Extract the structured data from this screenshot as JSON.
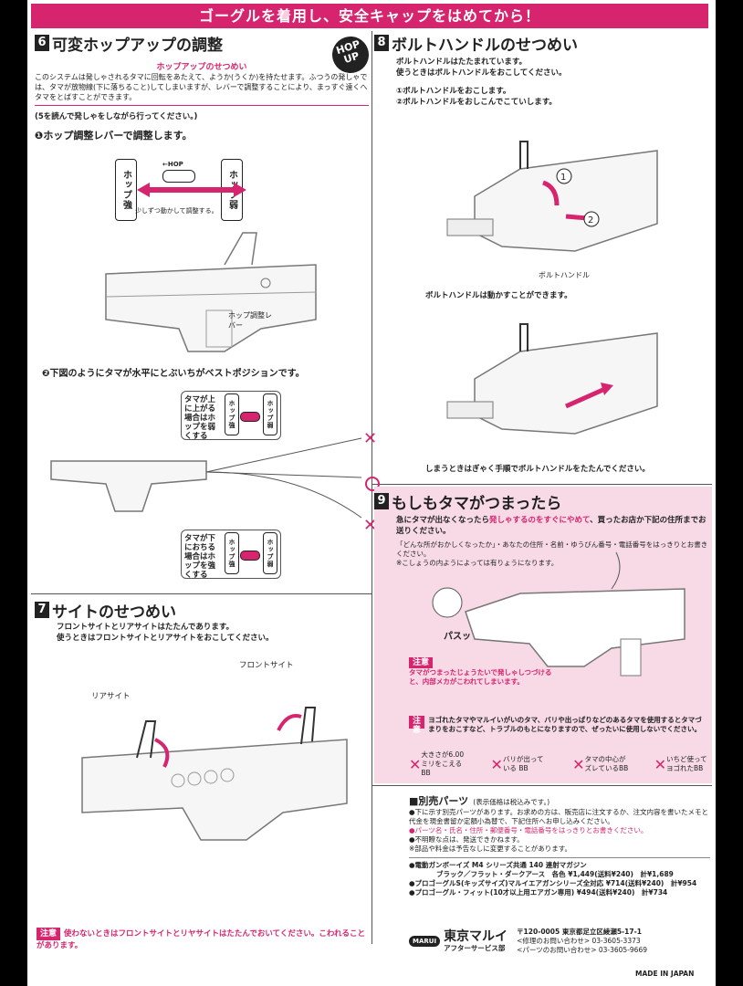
{
  "banner": "ゴーグルを着用し、安全キャップをはめてから！",
  "hop_badge": "HOP UP",
  "sec6": {
    "num": "6",
    "title": "可変ホップアップの調整",
    "subtitle": "ホップアップのせつめい",
    "explain": "このシステムは発しゃされるタマに回転をあたえて、ようか(うくか)を持たせます。ふつうの発しゃでは、タマが放物線(下に落ちること)してしまいますが、レバーで調整することにより、まっすぐ遠くへタマをとばすことができます。",
    "note": "(5を読んで発しゃをしながら行ってください。)",
    "step1": "❶ホップ調整レバーで調整します。",
    "hop_weak": "ホップ弱",
    "hop_strong": "ホップ強",
    "hop_small": "←HOP",
    "hop_instr": "少しずつ動かして調整する。",
    "lever_label": "ホップ調整レバー",
    "step2": "❷下図のようにタマが水平にとぶいちがベストポジションです。",
    "up_case": "タマが上に上がる場合はホップを弱くする",
    "down_case": "タマが下におちる場合はホップを強くする"
  },
  "sec7": {
    "num": "7",
    "title": "サイトのせつめい",
    "text1": "フロントサイトとリアサイトはたたんであります。",
    "text2": "使うときはフロントサイトとリアサイトをおこしてください。",
    "front_label": "フロントサイト",
    "rear_label": "リアサイト",
    "caution_tag": "注意",
    "caution": "使わないときはフロントサイトとリヤサイトはたたんでおいてください。こわれることがあります。"
  },
  "sec8": {
    "num": "8",
    "title": "ボルトハンドルのせつめい",
    "text1": "ボルトハンドルはたたまれています。",
    "text2": "使うときはボルトハンドルをおこしてください。",
    "step1": "①ボルトハンドルをおこします。",
    "step2": "②ボルトハンドルをおしこんでこていします。",
    "handle_label": "ボルトハンドル",
    "movable": "ボルトハンドルは動かすことができます。",
    "fold": "しまうときはぎゃく手順でボルトハンドルをたたんでください。"
  },
  "sec9": {
    "num": "9",
    "title": "もしもタマがつまったら",
    "text_a": "急にタマが出なくなったら",
    "text_b": "発しゃするのをすぐにやめて",
    "text_c": "、買ったお店か下記の住所までお送りください。",
    "small1": "「どんな所がおかしくなったか」・あなたの住所・名前・ゆうびん番号・電話番号をはっきりとお書きください。",
    "small2": "※こしょうの内ようによっては有りょうになります。",
    "sound": "パスッ",
    "caution_tag": "注意",
    "caution1": "タマがつまったじょうたいで発しゃしつづけると、内部メカがこわれてしまいます。",
    "caution2": "ヨゴれたタマやマルイいがいのタマ、バリや出っぱりなどのあるタマを使用するとタマづまりをおこすなど、トラブルのもとになりますので、ぜったいに使用しないでください。",
    "bad1": "大きさが6.00ミリをこえるBB",
    "bad2": "バリが出っている BB",
    "bad3": "タマの中心がズレているBB",
    "bad4": "いちど使ってヨゴれたBB"
  },
  "parts": {
    "title": "■別売パーツ",
    "note": "(表示価格は税込みです。)",
    "l1": "●下に示す別売パーツがあります。お求めの方は、販売店に注文するか、注文内容を書いたメモと代金を現金書留か定額小為替で、下記住所へお申し込みください。",
    "l2": "●パーツ名・氏名・住所・郵便番号・電話番号をはっきりとお書きください。",
    "l3": "●不明瞭な点は、発送できかねます。",
    "l4": "※部品や料金は予告なしに変更することがあります。",
    "item1a": "●電動ガンボーイズ M4 シリーズ共通 140 連射マガジン",
    "item1b": "ブラック／フラット・ダークアース　各色 ¥1,449(送料¥240)　計¥1,689",
    "item2": "●プロゴーグルS(キッズサイズ)マルイエアガンシリーズ全対応 ¥714(送料¥240)　計¥954",
    "item3": "●プロゴーグル・フィット(10才以上用エアガン専用) ¥494(送料¥240)　計¥734"
  },
  "company": {
    "logo": "MARUI",
    "name": "東京マルイ",
    "dept": "アフターサービス部",
    "address": "〒120-0005 東京都足立区綾瀬5-17-1",
    "tel1": "<修理のお問い合わせ> 03-3605-3373",
    "tel2": "<パーツのお問い合わせ> 03-3605-9669",
    "made": "MADE IN JAPAN"
  }
}
